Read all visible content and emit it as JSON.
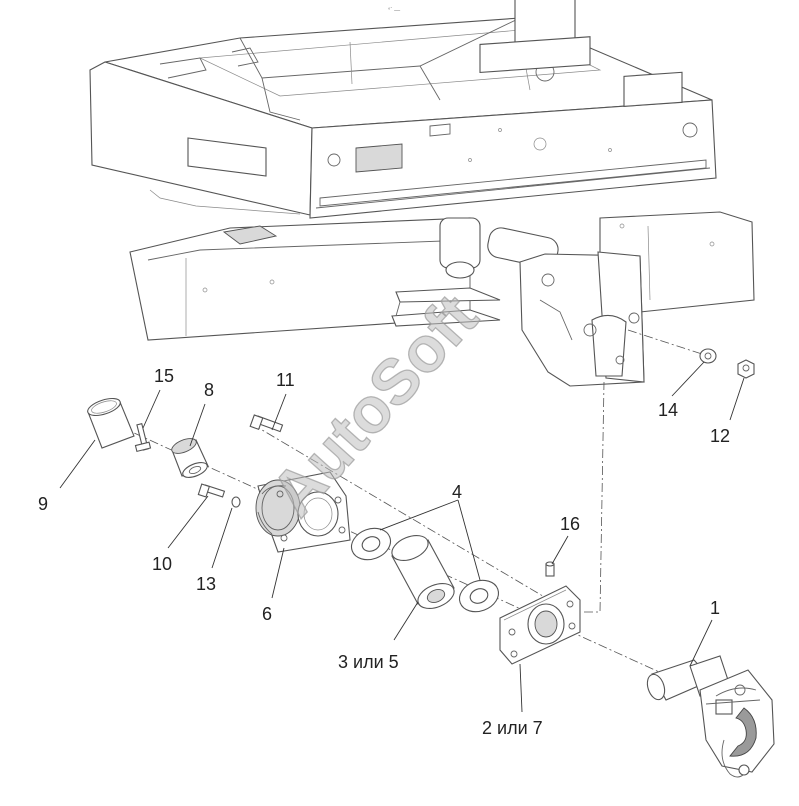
{
  "diagram": {
    "top_mark": "°´ —",
    "watermark": "AutoSoft",
    "callouts": [
      {
        "id": "c1",
        "text": "1"
      },
      {
        "id": "c2",
        "text": "2 или 7"
      },
      {
        "id": "c3",
        "text": "3 или 5"
      },
      {
        "id": "c4",
        "text": "4"
      },
      {
        "id": "c6",
        "text": "6"
      },
      {
        "id": "c8",
        "text": "8"
      },
      {
        "id": "c9",
        "text": "9"
      },
      {
        "id": "c10",
        "text": "10"
      },
      {
        "id": "c11",
        "text": "11"
      },
      {
        "id": "c12",
        "text": "12"
      },
      {
        "id": "c13",
        "text": "13"
      },
      {
        "id": "c14",
        "text": "14"
      },
      {
        "id": "c15",
        "text": "15"
      },
      {
        "id": "c16",
        "text": "16"
      }
    ]
  }
}
